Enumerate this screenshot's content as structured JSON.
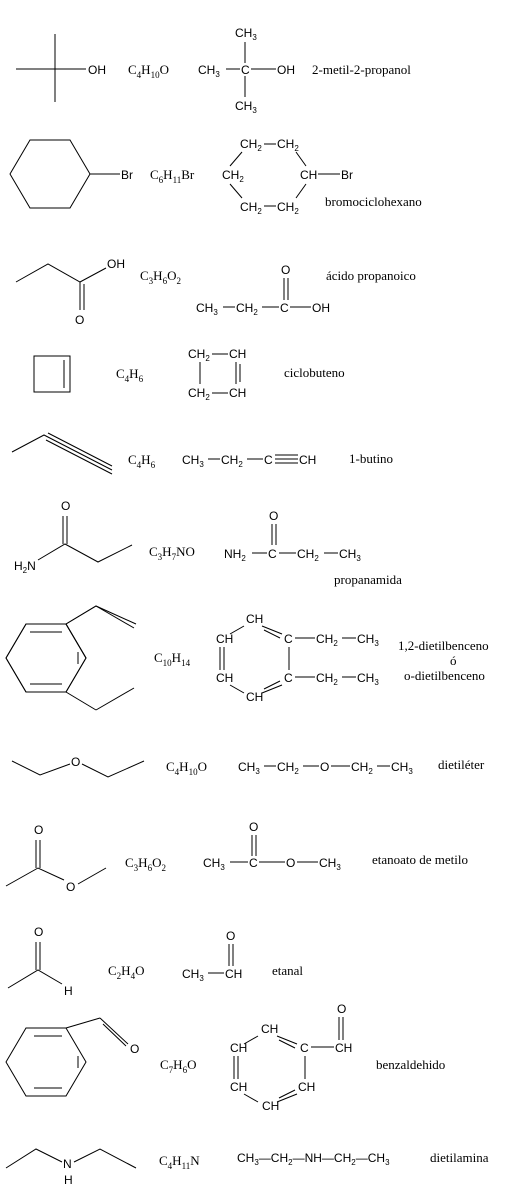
{
  "rows": [
    {
      "skeletal": {
        "oh": "OH"
      },
      "formula": {
        "main": "C",
        "s1": "4",
        "m2": "H",
        "s2": "10",
        "m3": "O"
      },
      "condensed": {
        "top": "CH",
        "top_sub": "3",
        "left": "CH",
        "left_sub": "3",
        "center": "C",
        "right": "OH",
        "bottom": "CH",
        "bottom_sub": "3"
      },
      "name": "2-metil-2-propanol"
    },
    {
      "skeletal": {
        "br": "Br"
      },
      "formula": {
        "main": "C",
        "s1": "6",
        "m2": "H",
        "s2": "11",
        "m3": "Br"
      },
      "condensed": {
        "tl": "CH",
        "tl_sub": "2",
        "tr": "CH",
        "tr_sub": "2",
        "ml": "CH",
        "ml_sub": "2",
        "mr": "CH",
        "br": "Br",
        "bl": "CH",
        "bl_sub": "2",
        "brr": "CH",
        "brr_sub": "2"
      },
      "name": "bromociclohexano"
    },
    {
      "skeletal": {
        "oh": "OH",
        "o": "O"
      },
      "formula": {
        "main": "C",
        "s1": "3",
        "m2": "H",
        "s2": "6",
        "m3": "O",
        "s3": "2"
      },
      "condensed": {
        "o": "O",
        "c1": "CH",
        "c1_sub": "3",
        "c2": "CH",
        "c2_sub": "2",
        "c3": "C",
        "oh": "OH"
      },
      "name": "ácido propanoico"
    },
    {
      "formula": {
        "main": "C",
        "s1": "4",
        "m2": "H",
        "s2": "6"
      },
      "condensed": {
        "tl": "CH",
        "tl_sub": "2",
        "tr": "CH",
        "bl": "CH",
        "bl_sub": "2",
        "br": "CH"
      },
      "name": "ciclobuteno"
    },
    {
      "formula": {
        "main": "C",
        "s1": "4",
        "m2": "H",
        "s2": "6"
      },
      "condensed": {
        "c1": "CH",
        "c1_sub": "3",
        "c2": "CH",
        "c2_sub": "2",
        "c3": "C",
        "c4": "CH"
      },
      "name": "1-butino"
    },
    {
      "skeletal": {
        "o": "O",
        "n": "H",
        "n_sub": "2",
        "n2": "N"
      },
      "formula": {
        "main": "C",
        "s1": "3",
        "m2": "H",
        "s2": "7",
        "m3": "NO"
      },
      "condensed": {
        "o": "O",
        "n": "NH",
        "n_sub": "2",
        "c": "C",
        "c2": "CH",
        "c2_sub": "2",
        "c3": "CH",
        "c3_sub": "3"
      },
      "name": "propanamida"
    },
    {
      "formula": {
        "main": "C",
        "s1": "10",
        "m2": "H",
        "s2": "14"
      },
      "condensed": {
        "ch1": "CH",
        "ch2": "CH",
        "ch3": "CH",
        "ch4": "CH",
        "c1": "C",
        "c2": "C",
        "e1a": "CH",
        "e1a_sub": "2",
        "e1b": "CH",
        "e1b_sub": "3",
        "e2a": "CH",
        "e2a_sub": "2",
        "e2b": "CH",
        "e2b_sub": "3"
      },
      "name_lines": [
        "1,2-dietilbenceno",
        "ó",
        "o-dietilbenceno"
      ]
    },
    {
      "skeletal": {
        "o": "O"
      },
      "formula": {
        "main": "C",
        "s1": "4",
        "m2": "H",
        "s2": "10",
        "m3": "O"
      },
      "condensed": {
        "c1": "CH",
        "c1_sub": "3",
        "c2": "CH",
        "c2_sub": "2",
        "o": "O",
        "c3": "CH",
        "c3_sub": "2",
        "c4": "CH",
        "c4_sub": "3"
      },
      "name": "dietiléter"
    },
    {
      "skeletal": {
        "o1": "O",
        "o2": "O"
      },
      "formula": {
        "main": "C",
        "s1": "3",
        "m2": "H",
        "s2": "6",
        "m3": "O",
        "s3": "2"
      },
      "condensed": {
        "o": "O",
        "c1": "CH",
        "c1_sub": "3",
        "c2": "C",
        "o2": "O",
        "c3": "CH",
        "c3_sub": "3"
      },
      "name": "etanoato de metilo"
    },
    {
      "skeletal": {
        "o": "O",
        "h": "H"
      },
      "formula": {
        "main": "C",
        "s1": "2",
        "m2": "H",
        "s2": "4",
        "m3": "O"
      },
      "condensed": {
        "o": "O",
        "c1": "CH",
        "c1_sub": "3",
        "c2": "CH"
      },
      "name": "etanal"
    },
    {
      "skeletal": {
        "o": "O"
      },
      "formula": {
        "main": "C",
        "s1": "7",
        "m2": "H",
        "s2": "6",
        "m3": "O"
      },
      "condensed": {
        "o": "O",
        "ch1": "CH",
        "ch2": "CH",
        "ch3": "CH",
        "ch4": "CH",
        "ch5": "CH",
        "c": "C",
        "cho": "CH"
      },
      "name": "benzaldehido"
    },
    {
      "skeletal": {
        "n": "N",
        "h": "H"
      },
      "formula": {
        "main": "C",
        "s1": "4",
        "m2": "H",
        "s2": "11",
        "m3": "N"
      },
      "condensed": {
        "text": "CH",
        "s1": "3",
        "m2": "—CH",
        "s2": "2",
        "m3": "—NH—CH",
        "s3": "2",
        "m4": "—CH",
        "s4": "3"
      },
      "name": "dietilamina"
    }
  ]
}
